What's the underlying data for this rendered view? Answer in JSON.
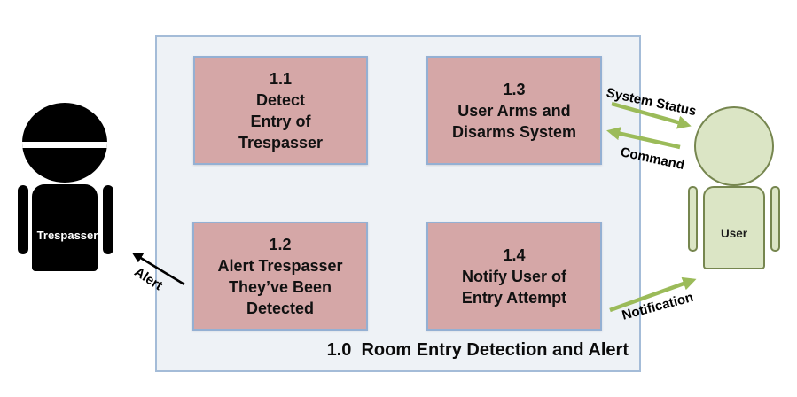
{
  "diagram": {
    "system": {
      "id": "1.0",
      "title": "1.0  Room Entry Detection and Alert"
    },
    "processes": [
      {
        "id": "1.1",
        "label": "1.1\nDetect\nEntry of\nTrespasser"
      },
      {
        "id": "1.2",
        "label": "1.2\nAlert Trespasser\nThey’ve Been\nDetected"
      },
      {
        "id": "1.3",
        "label": "1.3\nUser Arms and\nDisarms System"
      },
      {
        "id": "1.4",
        "label": "1.4\nNotify User of\nEntry Attempt"
      }
    ],
    "actors": [
      {
        "name": "Trespasser",
        "style": "black-silhouette-with-mask"
      },
      {
        "name": "User",
        "style": "green-person"
      }
    ],
    "flows": [
      {
        "label": "System Status",
        "from": "1.3",
        "to": "User",
        "color": "#9bbb59"
      },
      {
        "label": "Command",
        "from": "User",
        "to": "1.3",
        "color": "#9bbb59"
      },
      {
        "label": "Notification",
        "from": "1.4",
        "to": "User",
        "color": "#9bbb59"
      },
      {
        "label": "Alert",
        "from": "1.2",
        "to": "Trespasser",
        "color": "#000000"
      }
    ],
    "colors": {
      "process_fill": "#d5a7a7",
      "process_border": "#94b0d3",
      "boundary_fill": "#eef2f6",
      "boundary_border": "#a4bcd8",
      "arrow_green": "#9bbb59",
      "arrow_black": "#000000",
      "user_fill": "#dbe5c5",
      "user_border": "#76864f",
      "trespasser_fill": "#000000"
    }
  }
}
